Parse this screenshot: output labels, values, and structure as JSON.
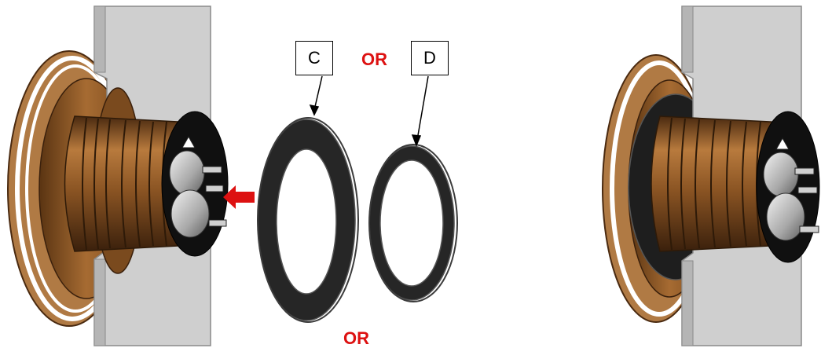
{
  "callouts": {
    "c": "C",
    "d": "D"
  },
  "or_labels": {
    "top": "OR",
    "bottom": "OR"
  },
  "colors": {
    "accent_red": "#dd1111",
    "wall_fill": "#cfcfcf",
    "wall_edge": "#9a9a9a",
    "bronze": "#8a5423",
    "bronze_dark": "#4a2a10",
    "bronze_light": "#b87a3d",
    "gasket": "#262626",
    "gasket_edge": "#555555",
    "rim_white": "#ffffff",
    "metal": "#9a9a9a",
    "metal_light": "#e8e8e8"
  },
  "icons": {
    "insert_arrow": "arrow-left-icon"
  }
}
